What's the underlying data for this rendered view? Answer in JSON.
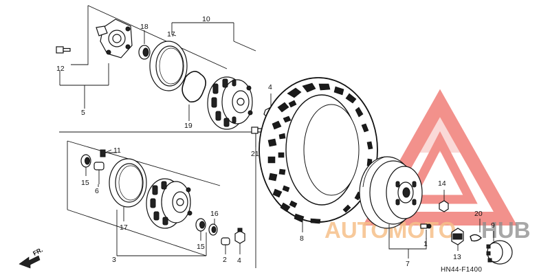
{
  "diagram": {
    "drawing_code": "HN44-F1400",
    "direction_label": "FR.",
    "watermark": {
      "brand_part1": "AUTOMOTO",
      "brand_part2": "HUB",
      "color_primary": "#e8392f",
      "color_secondary": "#f6a35a"
    },
    "callouts": {
      "c1": "1",
      "c2": "2",
      "c3": "3",
      "c4a": "4",
      "c4b": "4",
      "c5": "5",
      "c6": "6",
      "c7": "7",
      "c8": "8",
      "c9": "9",
      "c10": "10",
      "c11": "11",
      "c12": "12",
      "c13": "13",
      "c14": "14",
      "c15a": "15",
      "c15b": "15",
      "c16": "16",
      "c17a": "17",
      "c17b": "17",
      "c18": "18",
      "c19": "19",
      "c20": "20",
      "c21": "21"
    }
  }
}
